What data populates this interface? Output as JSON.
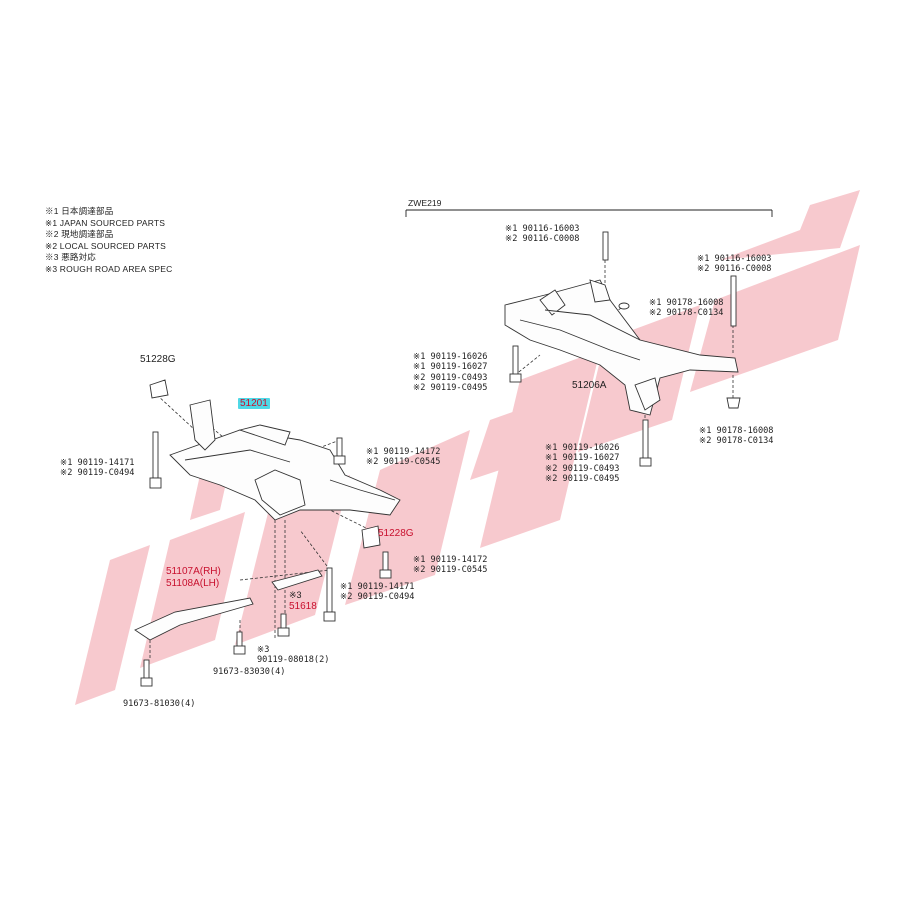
{
  "legend": [
    "※1 日本調達部品",
    "※1 JAPAN SOURCED PARTS",
    "※2 現地調達部品",
    "※2 LOCAL SOURCED PARTS",
    "※3 悪路対応",
    "※3 ROUGH ROAD AREA SPEC"
  ],
  "rear_group": {
    "title": "ZWE219"
  },
  "front_parts": {
    "p51228g_top": "51228G",
    "p51201": "51201",
    "p51228g_bottom": "51228G",
    "p51107a": "51107A(RH)",
    "p51108a": "51108A(LH)",
    "p51618_note": "※3",
    "p51618": "51618",
    "bolt_left": [
      "※1 90119-14171",
      "※2 90119-C0494"
    ],
    "bolt_right_top": [
      "※1 90119-14172",
      "※2 90119-C0545"
    ],
    "bolt_mid": [
      "※1 90119-14172",
      "※2 90119-C0545"
    ],
    "bolt_lower": [
      "※1 90119-14171",
      "※2 90119-C0494"
    ],
    "bolt_08018": [
      "※3",
      "90119-08018(2)"
    ],
    "bolt_83030": "91673-83030(4)",
    "bolt_81030": "91673-81030(4)"
  },
  "rear_parts": {
    "p51206a": "51206A",
    "stud_top": [
      "※1 90116-16003",
      "※2 90116-C0008"
    ],
    "stud_right": [
      "※1 90116-16003",
      "※2 90116-C0008"
    ],
    "washer_mid": [
      "※1 90178-16008",
      "※2 90178-C0134"
    ],
    "washer_right": [
      "※1 90178-16008",
      "※2 90178-C0134"
    ],
    "bolt_left": [
      "※1 90119-16026",
      "※1 90119-16027",
      "※2 90119-C0493",
      "※2 90119-C0495"
    ],
    "bolt_bottom": [
      "※1 90119-16026",
      "※1 90119-16027",
      "※2 90119-C0493",
      "※2 90119-C0495"
    ]
  },
  "colors": {
    "accent_red": "#c8102e",
    "highlight": "#4fd8e6",
    "watermark": "#f4b8bf"
  },
  "icons": [
    "watermark-logo",
    "bolt-icon",
    "bushing-icon",
    "washer-icon",
    "stud-icon"
  ]
}
